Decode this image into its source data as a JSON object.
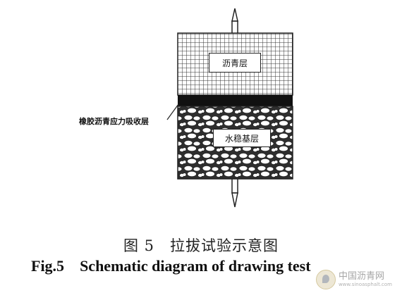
{
  "diagram": {
    "asphalt_layer_label": "沥青层",
    "interlayer_label": "橡胶沥青应力吸收层",
    "cement_layer_label": "水稳基层"
  },
  "caption": {
    "chinese": "图 5　拉拔试验示意图",
    "english_number": "Fig.5",
    "english_title": "Schematic diagram of drawing test"
  },
  "watermark": {
    "name": "中国沥青网",
    "url": "www.sinoasphalt.com"
  }
}
